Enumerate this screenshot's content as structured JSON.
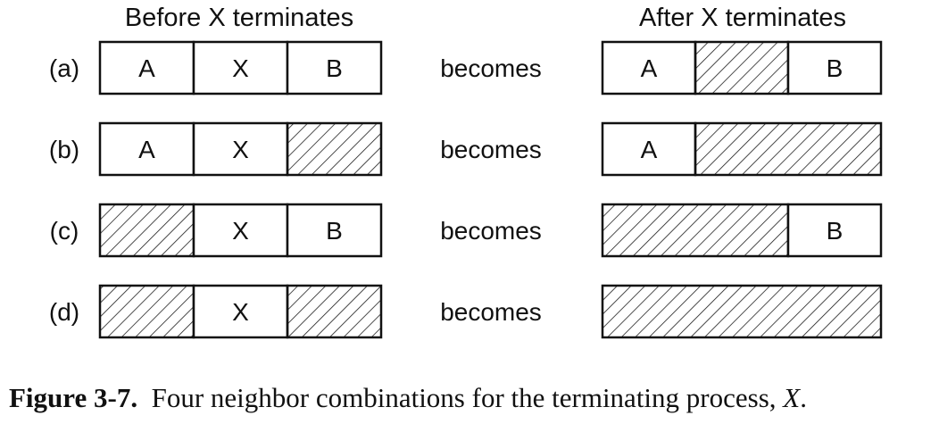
{
  "headers": {
    "before": "Before X terminates",
    "after": "After X terminates"
  },
  "rows": [
    {
      "label": "(a)",
      "before": [
        "A",
        "X",
        "B"
      ],
      "connector": "becomes",
      "after": [
        "A",
        "",
        "B"
      ]
    },
    {
      "label": "(b)",
      "before": [
        "A",
        "X",
        ""
      ],
      "connector": "becomes",
      "after": [
        "A",
        "",
        ""
      ]
    },
    {
      "label": "(c)",
      "before": [
        "",
        "X",
        "B"
      ],
      "connector": "becomes",
      "after": [
        "",
        "",
        "B"
      ]
    },
    {
      "label": "(d)",
      "before": [
        "",
        "X",
        ""
      ],
      "connector": "becomes",
      "after": [
        "",
        "",
        ""
      ]
    }
  ],
  "caption": {
    "label": "Figure 3-7.",
    "text": "Four neighbor combinations for the terminating process, ",
    "var": "X",
    "end": "."
  }
}
